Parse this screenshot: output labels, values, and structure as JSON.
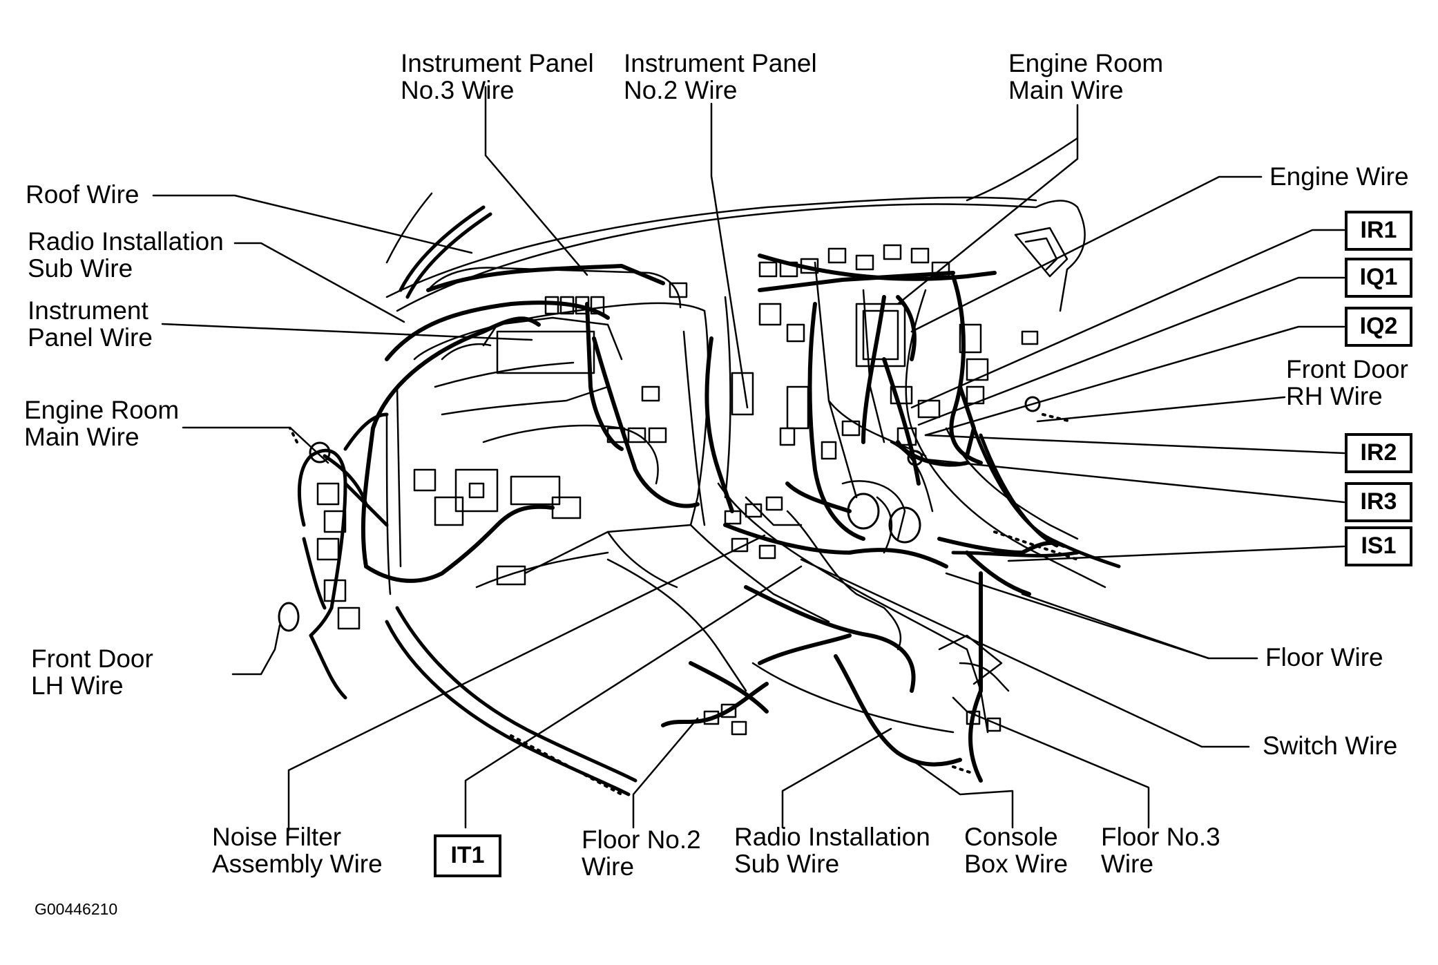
{
  "labels": {
    "instrument_panel_no3": [
      "Instrument Panel",
      "No.3 Wire"
    ],
    "instrument_panel_no2": [
      "Instrument Panel",
      "No.2 Wire"
    ],
    "engine_room_main_top": [
      "Engine Room",
      "Main Wire"
    ],
    "roof_wire": [
      "Roof Wire"
    ],
    "radio_install_sub_left": [
      "Radio Installation",
      "Sub Wire"
    ],
    "instrument_panel_wire": [
      "Instrument",
      "Panel Wire"
    ],
    "engine_room_main_left": [
      "Engine Room",
      "Main Wire"
    ],
    "front_door_lh": [
      "Front Door",
      "LH Wire"
    ],
    "engine_wire": [
      "Engine Wire"
    ],
    "front_door_rh": [
      "Front Door",
      "RH Wire"
    ],
    "floor_wire": [
      "Floor Wire"
    ],
    "switch_wire": [
      "Switch Wire"
    ],
    "noise_filter": [
      "Noise Filter",
      "Assembly Wire"
    ],
    "floor_no2": [
      "Floor No.2",
      "Wire"
    ],
    "radio_install_sub_bottom": [
      "Radio Installation",
      "Sub Wire"
    ],
    "console_box": [
      "Console",
      "Box Wire"
    ],
    "floor_no3": [
      "Floor No.3",
      "Wire"
    ]
  },
  "connectors": {
    "ir1": "IR1",
    "iq1": "IQ1",
    "iq2": "IQ2",
    "ir2": "IR2",
    "ir3": "IR3",
    "is1": "IS1",
    "it1": "IT1"
  },
  "figure_code": "G00446210",
  "colors": {
    "ink": "#000000",
    "paper": "#ffffff"
  }
}
